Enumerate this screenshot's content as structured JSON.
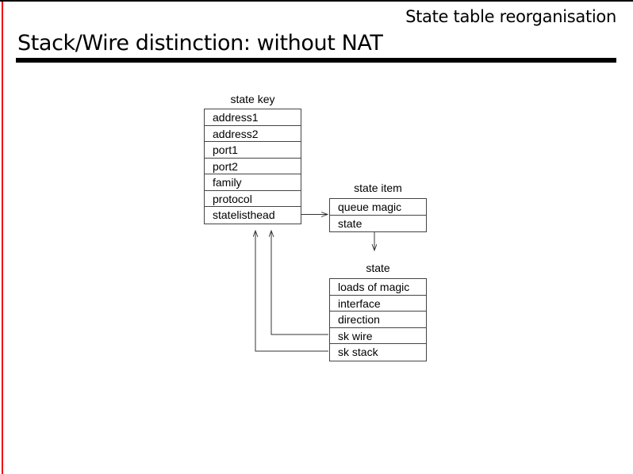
{
  "slide": {
    "header": "State table reorganisation",
    "title": "Stack/Wire distinction: without NAT",
    "accent_color": "#ee0000",
    "rule_color": "#000000"
  },
  "diagram": {
    "type": "struct-pointer-diagram",
    "boxes": [
      {
        "id": "state-key",
        "label": "state key",
        "rows": [
          "address1",
          "address2",
          "port1",
          "port2",
          "family",
          "protocol",
          "statelisthead"
        ]
      },
      {
        "id": "state-item",
        "label": "state item",
        "rows": [
          "queue magic",
          "state"
        ]
      },
      {
        "id": "state",
        "label": "state",
        "rows": [
          "loads of magic",
          "interface",
          "direction",
          "sk wire",
          "sk stack"
        ]
      }
    ],
    "connectors": [
      {
        "from": "state-key.statelisthead",
        "to": "state-item",
        "direction": "right"
      },
      {
        "from": "state-item.state",
        "to": "state",
        "direction": "down"
      },
      {
        "from": "state.sk wire",
        "to": "state-key",
        "direction": "left-up"
      },
      {
        "from": "state.sk stack",
        "to": "state-key",
        "direction": "left-up"
      }
    ]
  }
}
